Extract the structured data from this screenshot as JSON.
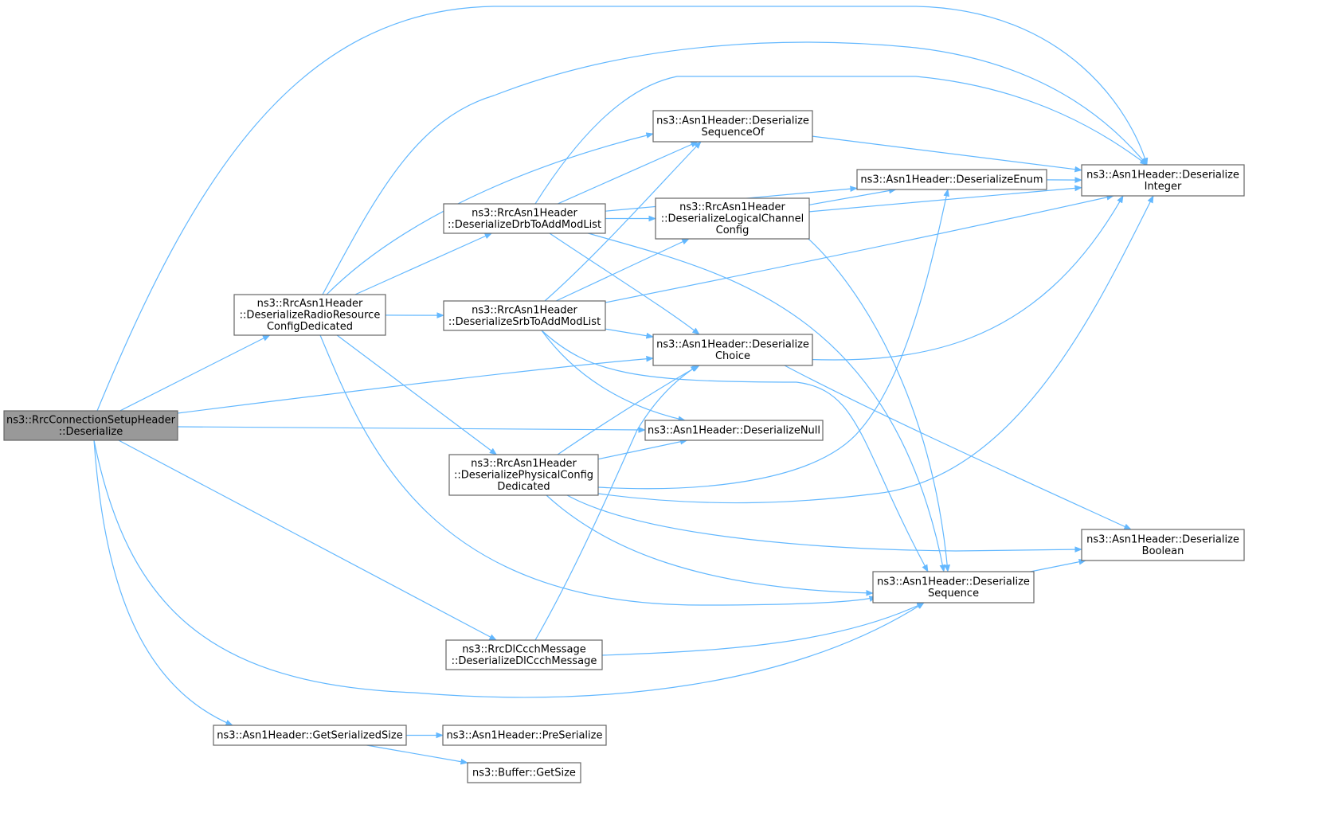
{
  "graph": {
    "nodes": [
      {
        "id": "root",
        "lines": [
          "ns3::RrcConnectionSetupHeader",
          "::Deserialize"
        ],
        "root": true
      },
      {
        "id": "radio",
        "lines": [
          "ns3::RrcAsn1Header",
          "::DeserializeRadioResource",
          "ConfigDedicated"
        ]
      },
      {
        "id": "drb",
        "lines": [
          "ns3::RrcAsn1Header",
          "::DeserializeDrbToAddModList"
        ]
      },
      {
        "id": "srb",
        "lines": [
          "ns3::RrcAsn1Header",
          "::DeserializeSrbToAddModList"
        ]
      },
      {
        "id": "phys",
        "lines": [
          "ns3::RrcAsn1Header",
          "::DeserializePhysicalConfig",
          "Dedicated"
        ]
      },
      {
        "id": "dlccch",
        "lines": [
          "ns3::RrcDlCcchMessage",
          "::DeserializeDlCcchMessage"
        ]
      },
      {
        "id": "getsize",
        "lines": [
          "ns3::Asn1Header::GetSerializedSize"
        ]
      },
      {
        "id": "seqof",
        "lines": [
          "ns3::Asn1Header::Deserialize",
          "SequenceOf"
        ]
      },
      {
        "id": "logch",
        "lines": [
          "ns3::RrcAsn1Header",
          "::DeserializeLogicalChannel",
          "Config"
        ]
      },
      {
        "id": "choice",
        "lines": [
          "ns3::Asn1Header::Deserialize",
          "Choice"
        ]
      },
      {
        "id": "null",
        "lines": [
          "ns3::Asn1Header::DeserializeNull"
        ]
      },
      {
        "id": "preser",
        "lines": [
          "ns3::Asn1Header::PreSerialize"
        ]
      },
      {
        "id": "bufsize",
        "lines": [
          "ns3::Buffer::GetSize"
        ]
      },
      {
        "id": "enum",
        "lines": [
          "ns3::Asn1Header::DeserializeEnum"
        ]
      },
      {
        "id": "seq",
        "lines": [
          "ns3::Asn1Header::Deserialize",
          "Sequence"
        ]
      },
      {
        "id": "integer",
        "lines": [
          "ns3::Asn1Header::Deserialize",
          "Integer"
        ]
      },
      {
        "id": "boolean",
        "lines": [
          "ns3::Asn1Header::Deserialize",
          "Boolean"
        ]
      }
    ],
    "edges": [
      [
        "root",
        "integer"
      ],
      [
        "root",
        "radio"
      ],
      [
        "root",
        "choice"
      ],
      [
        "root",
        "null"
      ],
      [
        "root",
        "dlccch"
      ],
      [
        "root",
        "seq"
      ],
      [
        "root",
        "getsize"
      ],
      [
        "radio",
        "integer"
      ],
      [
        "radio",
        "seqof"
      ],
      [
        "radio",
        "drb"
      ],
      [
        "radio",
        "srb"
      ],
      [
        "radio",
        "phys"
      ],
      [
        "radio",
        "seq"
      ],
      [
        "drb",
        "integer"
      ],
      [
        "drb",
        "seqof"
      ],
      [
        "drb",
        "enum"
      ],
      [
        "drb",
        "logch"
      ],
      [
        "drb",
        "choice"
      ],
      [
        "drb",
        "seq"
      ],
      [
        "srb",
        "seqof"
      ],
      [
        "srb",
        "logch"
      ],
      [
        "srb",
        "integer"
      ],
      [
        "srb",
        "choice"
      ],
      [
        "srb",
        "null"
      ],
      [
        "srb",
        "seq"
      ],
      [
        "phys",
        "choice"
      ],
      [
        "phys",
        "null"
      ],
      [
        "phys",
        "enum"
      ],
      [
        "phys",
        "integer"
      ],
      [
        "phys",
        "boolean"
      ],
      [
        "phys",
        "seq"
      ],
      [
        "dlccch",
        "choice"
      ],
      [
        "dlccch",
        "seq"
      ],
      [
        "getsize",
        "preser"
      ],
      [
        "getsize",
        "bufsize"
      ],
      [
        "seqof",
        "integer"
      ],
      [
        "logch",
        "enum"
      ],
      [
        "logch",
        "integer"
      ],
      [
        "logch",
        "seq"
      ],
      [
        "enum",
        "integer"
      ],
      [
        "choice",
        "integer"
      ],
      [
        "choice",
        "boolean"
      ],
      [
        "seq",
        "boolean"
      ]
    ]
  }
}
